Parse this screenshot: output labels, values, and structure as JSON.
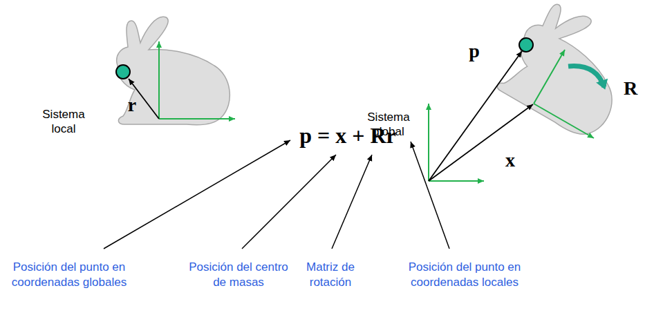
{
  "diagram": {
    "labels": [
      "Sistema local",
      "r",
      "p",
      "Sistema global",
      "R",
      "x",
      "p = x + Rr",
      "Posición del punto en coordenadas globales",
      "Posición del centro de masas",
      "Matriz de rotación",
      "Posición del punto en coordenadas locales"
    ]
  }
}
